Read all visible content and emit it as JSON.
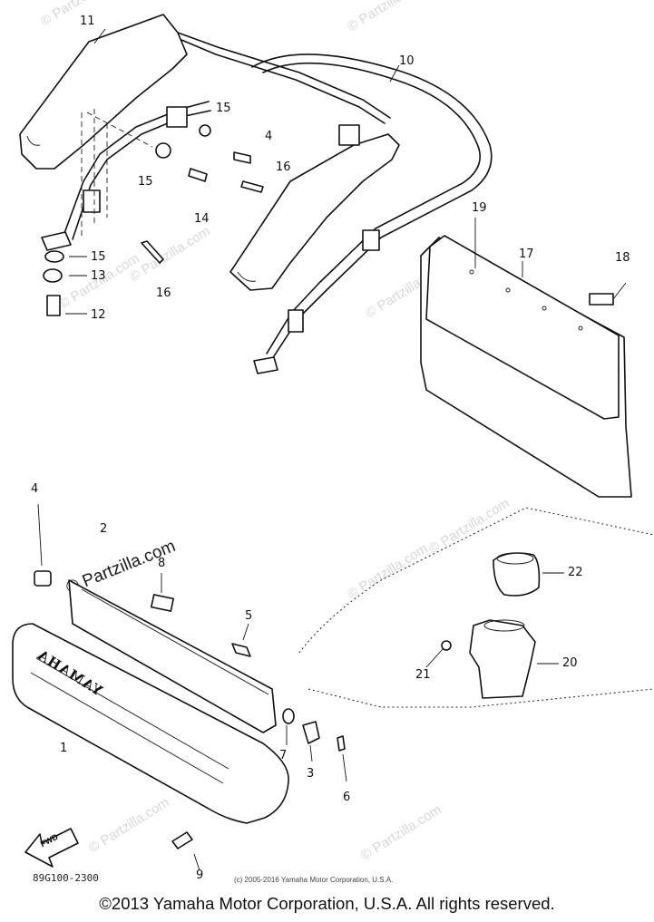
{
  "watermarks": [
    "© Partzilla.com",
    "© Partzilla.com",
    "© Partzilla.com",
    "© Partzilla.com",
    "© Partzilla.com",
    "© Partzilla.com",
    "© Partzilla.com",
    "© Partzilla.com",
    "© Partzilla.com"
  ],
  "watermark_main": "© Partzilla.com",
  "callouts": {
    "c1_top": "11",
    "c10": "10",
    "c15a": "15",
    "c4a": "4",
    "c15b": "15",
    "c16a": "16",
    "c14": "14",
    "c15c": "15",
    "c13": "13",
    "c12": "12",
    "c16b": "16",
    "c19": "19",
    "c17": "17",
    "c18": "18",
    "c4b": "4",
    "c2": "2",
    "c8": "8",
    "c5": "5",
    "c22": "22",
    "c20": "20",
    "c21": "21",
    "c7": "7",
    "c3": "3",
    "c6": "6",
    "c1": "1",
    "c9": "9"
  },
  "bumper_logo": "YAMAHA",
  "fwd_arrow_label": "FWD",
  "drawing_number": "89G100-2300",
  "small_copyright": "(c) 2005-2016 Yamaha Motor Corporation, U.S.A.",
  "footer_copyright": "©2013 Yamaha Motor Corporation, U.S.A. All rights reserved."
}
